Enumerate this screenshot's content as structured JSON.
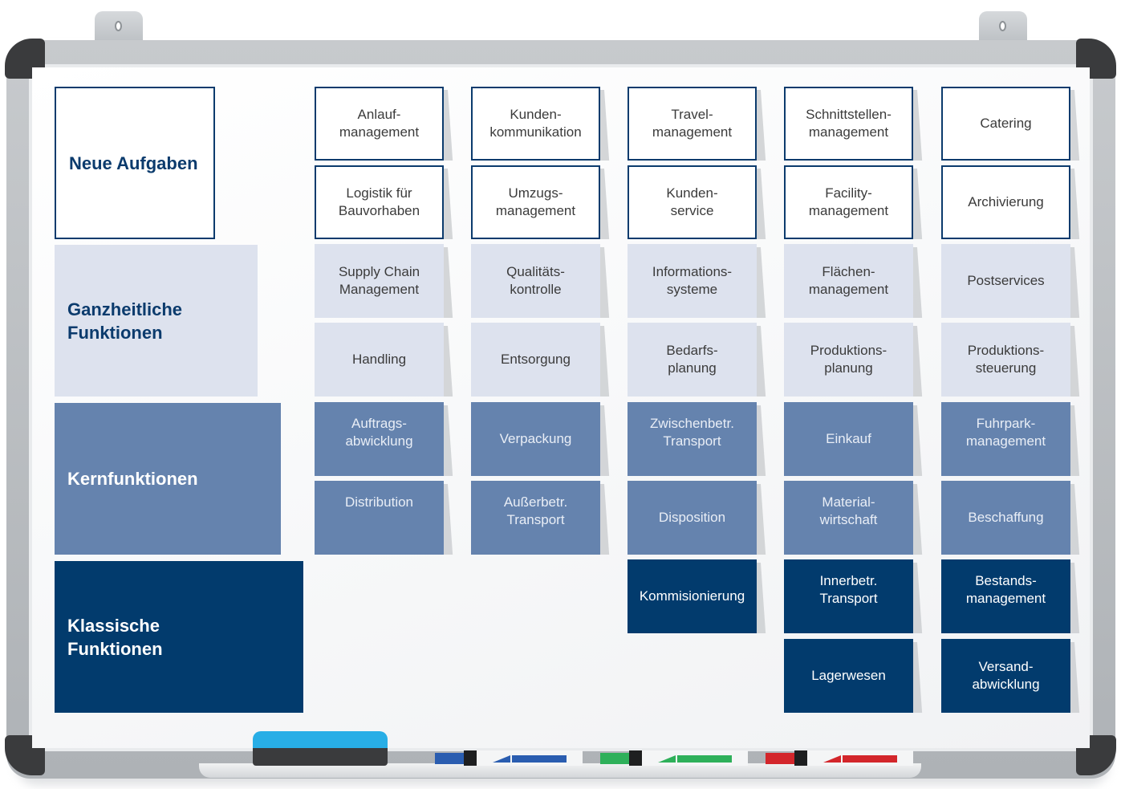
{
  "categories": [
    {
      "label": "Neue Aufgaben",
      "color": "#0b3b6d"
    },
    {
      "label": "Ganzheitliche\nFunktionen",
      "color": "#0b3b6d"
    },
    {
      "label": "Kernfunktionen",
      "color": "#ffffff"
    },
    {
      "label": "Klassische\nFunktionen",
      "color": "#ffffff"
    }
  ],
  "columns": [
    {
      "cards": [
        {
          "label": "Anlauf-\nmanagement",
          "tier": 1
        },
        {
          "label": "Logistik für\nBauvorhaben",
          "tier": 1
        },
        {
          "label": "Supply Chain\nManagement",
          "tier": 2
        },
        {
          "label": "Handling",
          "tier": 2
        },
        {
          "label": "Auftrags-\nabwicklung",
          "tier": 3
        },
        {
          "label": "Distribution",
          "tier": 3
        }
      ]
    },
    {
      "cards": [
        {
          "label": "Kunden-\nkommunikation",
          "tier": 1
        },
        {
          "label": "Umzugs-\nmanagement",
          "tier": 1
        },
        {
          "label": "Qualitäts-\nkontrolle",
          "tier": 2
        },
        {
          "label": "Entsorgung",
          "tier": 2
        },
        {
          "label": "Verpackung",
          "tier": 3
        },
        {
          "label": "Außerbetr.\nTransport",
          "tier": 3
        }
      ]
    },
    {
      "cards": [
        {
          "label": "Travel-\nmanagement",
          "tier": 1
        },
        {
          "label": "Kunden-\nservice",
          "tier": 1
        },
        {
          "label": "Informations-\nsysteme",
          "tier": 2
        },
        {
          "label": "Bedarfs-\nplanung",
          "tier": 2
        },
        {
          "label": "Zwischenbetr.\nTransport",
          "tier": 3
        },
        {
          "label": "Disposition",
          "tier": 3
        },
        {
          "label": "Kommisionierung",
          "tier": 4
        }
      ]
    },
    {
      "cards": [
        {
          "label": "Schnittstellen-\nmanagement",
          "tier": 1
        },
        {
          "label": "Facility-\nmanagement",
          "tier": 1
        },
        {
          "label": "Flächen-\nmanagement",
          "tier": 2
        },
        {
          "label": "Produktions-\nplanung",
          "tier": 2
        },
        {
          "label": "Einkauf",
          "tier": 3
        },
        {
          "label": "Material-\nwirtschaft",
          "tier": 3
        },
        {
          "label": "Innerbetr.\nTransport",
          "tier": 4
        },
        {
          "label": "Lagerwesen",
          "tier": 4
        }
      ]
    },
    {
      "cards": [
        {
          "label": "Catering",
          "tier": 1
        },
        {
          "label": "Archivierung",
          "tier": 1
        },
        {
          "label": "Postservices",
          "tier": 2
        },
        {
          "label": "Produktions-\nsteuerung",
          "tier": 2
        },
        {
          "label": "Fuhrpark-\nmanagement",
          "tier": 3
        },
        {
          "label": "Beschaffung",
          "tier": 3
        },
        {
          "label": "Bestands-\nmanagement",
          "tier": 4
        },
        {
          "label": "Versand-\nabwicklung",
          "tier": 4
        }
      ]
    }
  ],
  "markers": [
    {
      "name": "blue-marker",
      "color": "#2a5db0"
    },
    {
      "name": "green-marker",
      "color": "#2eb05a"
    },
    {
      "name": "red-marker",
      "color": "#d3262b"
    }
  ]
}
